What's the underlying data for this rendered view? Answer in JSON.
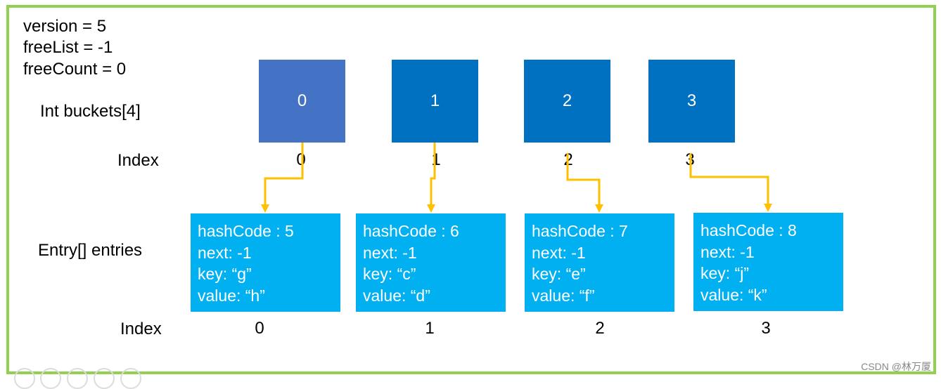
{
  "header": {
    "version": "version = 5",
    "freeList": "freeList = -1",
    "freeCount": "freeCount = 0"
  },
  "labels": {
    "buckets": "Int buckets[4]",
    "bucket_index": "Index",
    "entries": "Entry[] entries",
    "entry_index": "Index"
  },
  "buckets": [
    {
      "value": "0",
      "index": "0"
    },
    {
      "value": "1",
      "index": "1"
    },
    {
      "value": "2",
      "index": "2"
    },
    {
      "value": "3",
      "index": "3"
    }
  ],
  "entries": [
    {
      "hashCode": "hashCode : 5",
      "next": "next: -1",
      "key": "key: “g”",
      "value": "value: “h”",
      "index": "0"
    },
    {
      "hashCode": "hashCode : 6",
      "next": "next: -1",
      "key": "key: “c”",
      "value": "value: “d”",
      "index": "1"
    },
    {
      "hashCode": "hashCode : 7",
      "next": "next: -1",
      "key": "key: “e”",
      "value": "value: “f”",
      "index": "2"
    },
    {
      "hashCode": "hashCode : 8",
      "next": "next: -1",
      "key": "key: “j”",
      "value": "value: “k”",
      "index": "3"
    }
  ],
  "colors": {
    "frame": "#92d050",
    "bucket_first": "#4472c4",
    "bucket": "#0070c0",
    "entry": "#00b0f0",
    "arrow": "#ffc000"
  },
  "watermark": "CSDN @林万厦"
}
